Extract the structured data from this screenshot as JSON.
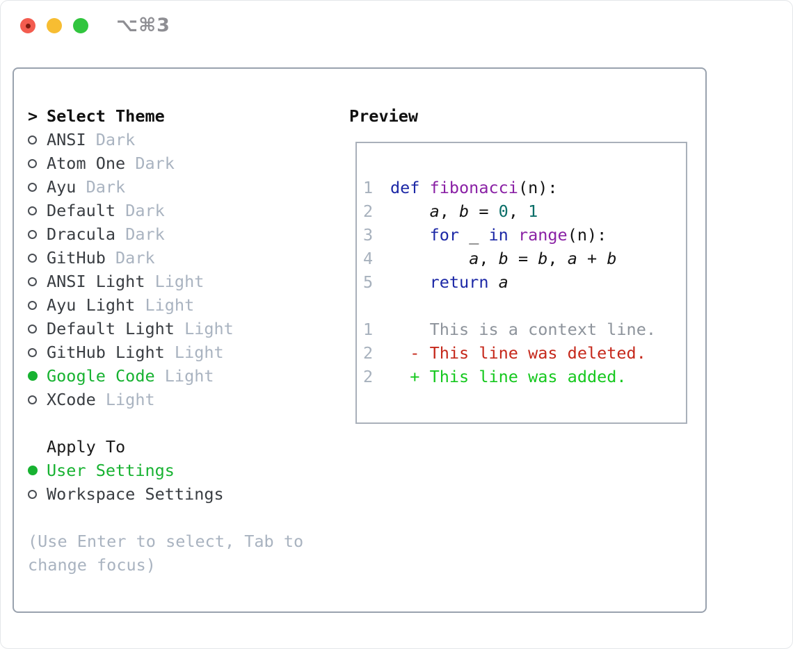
{
  "window": {
    "title": "⌥⌘3",
    "traffic_lights": {
      "close": "close",
      "minimize": "minimize",
      "zoom": "zoom"
    }
  },
  "colors": {
    "ui_green": "#17b231",
    "added_green": "#15c81e",
    "deleted_red": "#c5281b",
    "keyword_blue": "#1c28a6",
    "function_purple": "#8a21a5",
    "literal_teal": "#0a6e68",
    "muted_gray": "#a9b3c0",
    "line_number_gray": "#a7b1bd",
    "context_gray": "#8d939b",
    "panel_border": "#99a2ae",
    "preview_border": "#a9b0ba",
    "traffic_red": "#f35c4f",
    "traffic_yellow": "#f7bd32",
    "traffic_green": "#31c53e"
  },
  "theme_panel": {
    "header": {
      "marker": ">",
      "label": "Select Theme"
    },
    "themes": [
      {
        "name": "ANSI",
        "variant": "Dark",
        "selected": false
      },
      {
        "name": "Atom One",
        "variant": "Dark",
        "selected": false
      },
      {
        "name": "Ayu",
        "variant": "Dark",
        "selected": false
      },
      {
        "name": "Default",
        "variant": "Dark",
        "selected": false
      },
      {
        "name": "Dracula",
        "variant": "Dark",
        "selected": false
      },
      {
        "name": "GitHub",
        "variant": "Dark",
        "selected": false
      },
      {
        "name": "ANSI Light",
        "variant": "Light",
        "selected": false
      },
      {
        "name": "Ayu Light",
        "variant": "Light",
        "selected": false
      },
      {
        "name": "Default Light",
        "variant": "Light",
        "selected": false
      },
      {
        "name": "GitHub Light",
        "variant": "Light",
        "selected": false
      },
      {
        "name": "Google Code",
        "variant": "Light",
        "selected": true
      },
      {
        "name": "XCode",
        "variant": "Light",
        "selected": false
      }
    ],
    "apply_to": {
      "label": "Apply To",
      "options": [
        {
          "name": "User Settings",
          "selected": true
        },
        {
          "name": "Workspace Settings",
          "selected": false
        }
      ]
    },
    "help": {
      "line1": "(Use Enter to select, Tab to",
      "line2": "change focus)"
    }
  },
  "preview": {
    "label": "Preview",
    "code_lines": [
      {
        "gutter": "1",
        "segments": [
          {
            "t": "def ",
            "s": "kw"
          },
          {
            "t": "fibonacci",
            "s": "fn"
          },
          {
            "t": "(n):",
            "s": "pl"
          }
        ]
      },
      {
        "gutter": "2",
        "segments": [
          {
            "t": "    ",
            "s": "pl"
          },
          {
            "t": "a",
            "s": "var"
          },
          {
            "t": ", ",
            "s": "pl"
          },
          {
            "t": "b",
            "s": "var"
          },
          {
            "t": " = ",
            "s": "pl"
          },
          {
            "t": "0",
            "s": "num"
          },
          {
            "t": ", ",
            "s": "pl"
          },
          {
            "t": "1",
            "s": "num"
          }
        ]
      },
      {
        "gutter": "3",
        "segments": [
          {
            "t": "    ",
            "s": "pl"
          },
          {
            "t": "for",
            "s": "kw"
          },
          {
            "t": " _ ",
            "s": "pl"
          },
          {
            "t": "in",
            "s": "kw"
          },
          {
            "t": " ",
            "s": "pl"
          },
          {
            "t": "range",
            "s": "fn"
          },
          {
            "t": "(n):",
            "s": "pl"
          }
        ]
      },
      {
        "gutter": "4",
        "segments": [
          {
            "t": "        ",
            "s": "pl"
          },
          {
            "t": "a",
            "s": "var"
          },
          {
            "t": ", ",
            "s": "pl"
          },
          {
            "t": "b",
            "s": "var"
          },
          {
            "t": " = ",
            "s": "pl"
          },
          {
            "t": "b",
            "s": "var"
          },
          {
            "t": ", ",
            "s": "pl"
          },
          {
            "t": "a",
            "s": "var"
          },
          {
            "t": " + ",
            "s": "pl"
          },
          {
            "t": "b",
            "s": "var"
          }
        ]
      },
      {
        "gutter": "5",
        "segments": [
          {
            "t": "    ",
            "s": "pl"
          },
          {
            "t": "return",
            "s": "kw"
          },
          {
            "t": " ",
            "s": "pl"
          },
          {
            "t": "a",
            "s": "var"
          }
        ]
      },
      {
        "gutter": "",
        "segments": []
      },
      {
        "gutter": "1",
        "segments": [
          {
            "t": "    This is a context line.",
            "s": "ctx"
          }
        ]
      },
      {
        "gutter": "2",
        "segments": [
          {
            "t": "  - This line was deleted.",
            "s": "del"
          }
        ]
      },
      {
        "gutter": "2",
        "segments": [
          {
            "t": "  + This line was added.",
            "s": "add"
          }
        ]
      }
    ]
  }
}
